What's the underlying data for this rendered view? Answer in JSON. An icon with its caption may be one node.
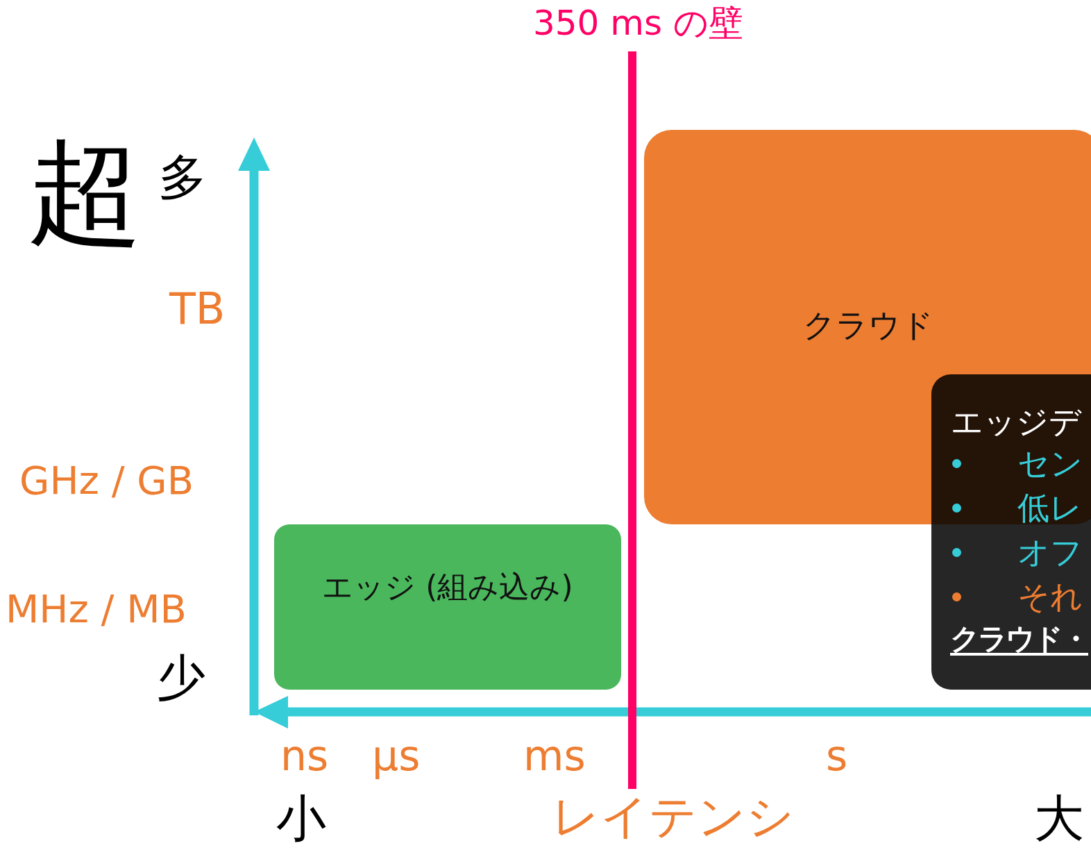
{
  "diagram": {
    "nodes": [
      {
        "text": [
          "クラウド"
        ]
      },
      {
        "text": [
          "エッジ (組み込み)"
        ]
      },
      {
        "text": [
          "エッジデ",
          "セン",
          "低レ",
          "オフ",
          "それ",
          "クラウド・"
        ]
      }
    ],
    "labels": [
      "350 ms の壁",
      "超",
      "多",
      "TB",
      "GHz / GB",
      "MHz / MB",
      "少",
      "ns",
      "µs",
      "ms",
      "s",
      "小",
      "レイテンシ",
      "大"
    ]
  }
}
